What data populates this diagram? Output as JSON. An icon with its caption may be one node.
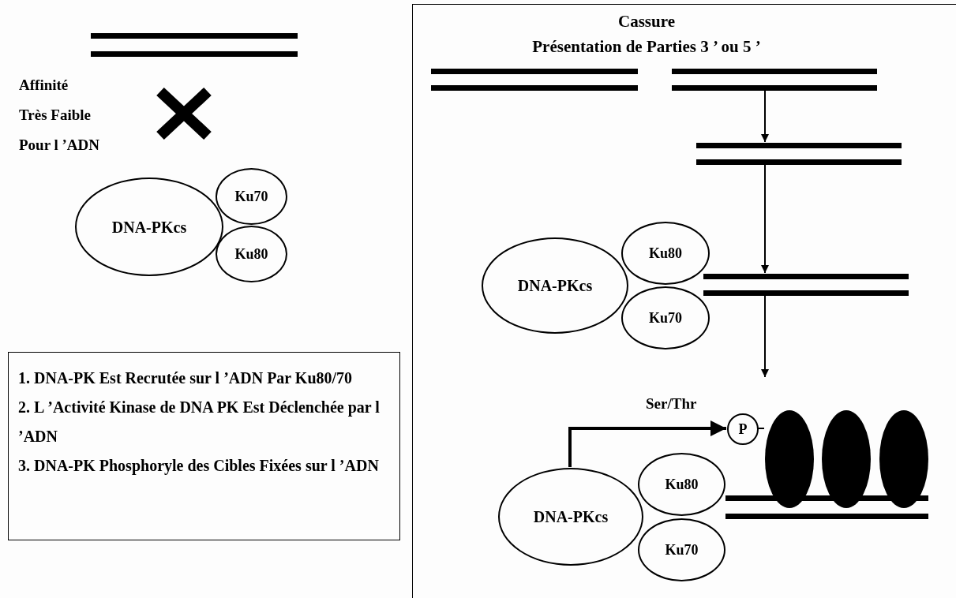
{
  "diagram": {
    "nodes": [
      {
        "text": [],
        "shape": "bar"
      },
      {
        "text": [
          "DNA-PKcs"
        ]
      },
      {
        "text": [
          "Ku70"
        ]
      },
      {
        "text": [
          "Ku80"
        ]
      },
      {
        "text": [
          "1. DNA-PK Est Recrutée sur l ’ADN Par Ku80/70",
          "2. L ’Activité Kinase de DNA PK Est Déclenchée par l ’ADN",
          "3. DNA-PK Phosphoryle des Cibles Fixées sur l ’ADN"
        ]
      },
      {
        "text": [
          "Cassure",
          "Présentation de Parties 3 ’ ou 5 ’"
        ]
      },
      {
        "text": [],
        "shape": "bar",
        "in": 5
      },
      {
        "text": [],
        "shape": "bar",
        "in": 5
      },
      {
        "text": [],
        "shape": "bar",
        "in": 5
      },
      {
        "text": [
          "DNA-PKcs"
        ],
        "in": 5
      },
      {
        "text": [
          "Ku80"
        ],
        "in": 5
      },
      {
        "text": [
          "Ku70"
        ],
        "in": 5
      },
      {
        "text": [],
        "shape": "bar",
        "in": 5
      },
      {
        "text": [
          "DNA-PKcs"
        ],
        "in": 5
      },
      {
        "text": [
          "Ku80"
        ],
        "in": 5
      },
      {
        "text": [
          "Ku70"
        ],
        "in": 5
      },
      {
        "text": [
          "P"
        ],
        "in": 5
      },
      {
        "text": [],
        "shape": "ellipse",
        "in": 5
      },
      {
        "text": [],
        "shape": "ellipse",
        "in": 5
      },
      {
        "text": [],
        "shape": "ellipse",
        "in": 5
      },
      {
        "text": [],
        "shape": "bar",
        "in": 5
      }
    ],
    "edges": [
      {
        "from": 7,
        "to": 8,
        "arrow": "to"
      },
      {
        "from": 8,
        "to": 12,
        "arrow": "to"
      },
      {
        "from": 12,
        "to": null,
        "arrow": "to"
      },
      {
        "from": 13,
        "to": 16,
        "arrow": "to",
        "label": "Ser/Thr",
        "style": "thick"
      },
      {
        "from": 16,
        "to": 17,
        "arrow": "none"
      }
    ],
    "labels": [
      "Affinité",
      "Très Faible",
      "Pour l ’ADN"
    ]
  }
}
